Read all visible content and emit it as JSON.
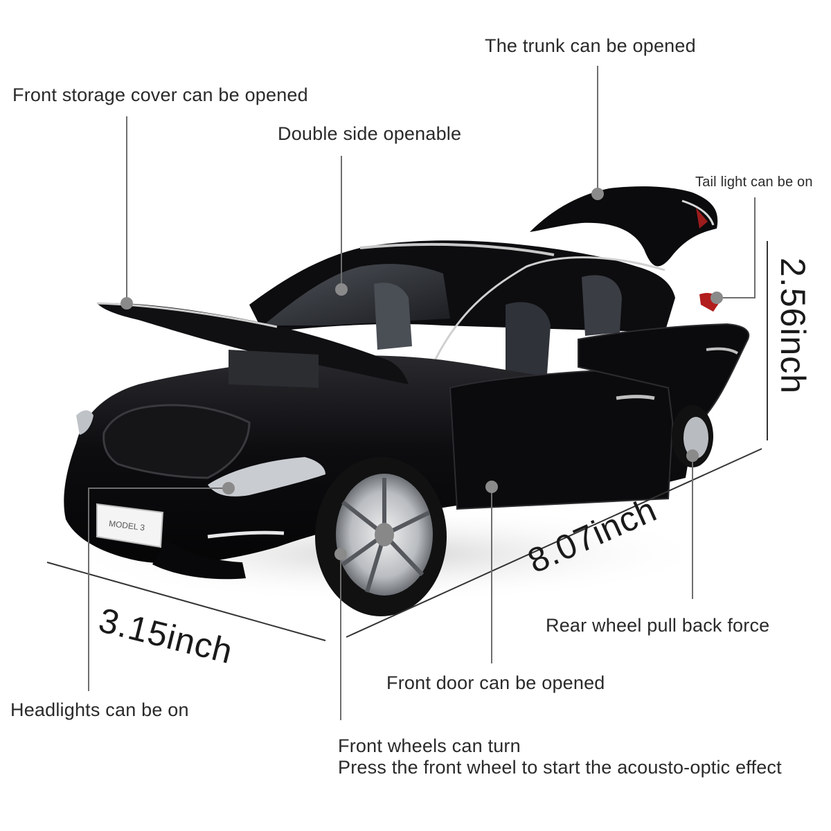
{
  "annotations": {
    "front_storage": "Front storage cover can be opened",
    "double_side": "Double side openable",
    "trunk": "The trunk can be opened",
    "tail_light": "Tail light can be on",
    "headlights": "Headlights can be on",
    "front_door": "Front door can be opened",
    "rear_wheel": "Rear wheel pull back force",
    "front_wheels_line1": "Front wheels can turn",
    "front_wheels_line2": "Press the front wheel to start the acousto-optic effect"
  },
  "dimensions": {
    "width": "3.15inch",
    "length": "8.07inch",
    "height": "2.56inch"
  },
  "badge": "MODEL 3",
  "colors": {
    "car_body": "#0c0c0e",
    "leader_line": "#6e6e6e",
    "leader_dot": "#8a8a8a",
    "text": "#2a2a2a"
  }
}
